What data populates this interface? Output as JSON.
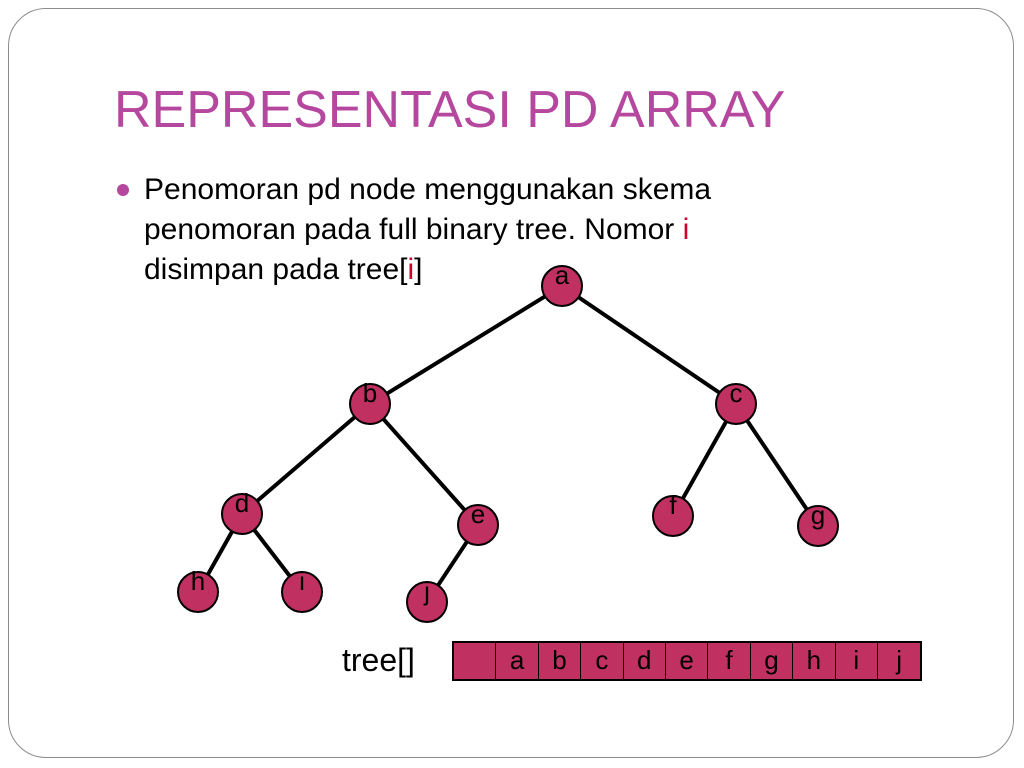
{
  "slide": {
    "title": "REPRESENTASI PD ARRAY",
    "bullet": {
      "line1": "Penomoran pd node menggunakan skema",
      "line2_pre": "penomoran pada full binary tree. Nomor ",
      "line2_hl": "i",
      "line3_pre": "disimpan pada tree[",
      "line3_hl": "i",
      "line3_post": "]"
    }
  },
  "tree": {
    "node_color": "#c03060",
    "nodes": [
      {
        "id": "a",
        "label": "a"
      },
      {
        "id": "b",
        "label": "b"
      },
      {
        "id": "c",
        "label": "c"
      },
      {
        "id": "d",
        "label": "d"
      },
      {
        "id": "e",
        "label": "e"
      },
      {
        "id": "f",
        "label": "f"
      },
      {
        "id": "g",
        "label": "g"
      },
      {
        "id": "h",
        "label": "h"
      },
      {
        "id": "i",
        "label": "i"
      },
      {
        "id": "j",
        "label": "j"
      }
    ],
    "edges": [
      [
        "a",
        "b"
      ],
      [
        "a",
        "c"
      ],
      [
        "b",
        "d"
      ],
      [
        "b",
        "e"
      ],
      [
        "c",
        "f"
      ],
      [
        "c",
        "g"
      ],
      [
        "d",
        "h"
      ],
      [
        "d",
        "i"
      ],
      [
        "e",
        "j"
      ]
    ]
  },
  "array": {
    "label": "tree[]",
    "cells": [
      "",
      "a",
      "b",
      "c",
      "d",
      "e",
      "f",
      "g",
      "h",
      "i",
      "j"
    ]
  }
}
